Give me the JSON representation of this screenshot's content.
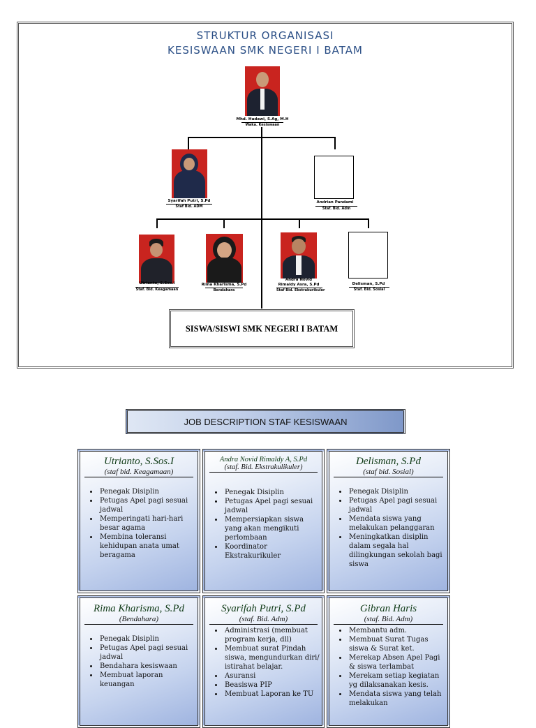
{
  "org": {
    "title_line1": "STRUKTUR ORGANISASI",
    "title_line2": "KESISWAAN SMK NEGERI I BATAM",
    "head": {
      "name": "Mhd. Hudawi, S.Ag, M.H",
      "role": "Waka. Kesiswaan"
    },
    "level2": [
      {
        "name": "Syarifah Putri, S.Pd",
        "role": "Staf Bid. ADM"
      },
      {
        "name": "Andrian Pandami",
        "role": "Staf. Bid. Adm"
      }
    ],
    "level3": [
      {
        "name": "Utrianto, S.Sos.I",
        "role": "Staf. Bid. Keagamaan"
      },
      {
        "name": "Rima Kharisma, S.Pd",
        "role": "Bendahara"
      },
      {
        "name_line1": "Andra Novid",
        "name_line2": "Rimaldy Asra, S.Pd",
        "role": "Staf Bid. Ekstrakurikuler"
      },
      {
        "name": "Delisman, S.Pd",
        "role": "Staf. Bid. Sosial"
      }
    ],
    "students": "SISWA/SISWI SMK NEGERI I BATAM"
  },
  "jobdesc": {
    "title": "JOB DESCRIPTION STAF KESISWAAN",
    "cards": [
      {
        "name": "Utrianto, S.Sos.I",
        "role": "(staf bid. Keagamaan)",
        "items": [
          "Penegak Disiplin",
          "Petugas Apel pagi sesuai jadwal",
          "Memperingati hari-hari besar agama",
          "Membina toleransi kehidupan anata umat beragama"
        ]
      },
      {
        "name": "Andra Novid Rimaldy A, S.Pd",
        "role": "(staf. Bid. Ekstrakulikuler)",
        "items": [
          "Penegak Disiplin",
          "Petugas Apel pagi sesuai jadwal",
          "Mempersiapkan siswa yang akan mengikuti perlombaan",
          "Koordinator Ekstrakurikuler"
        ]
      },
      {
        "name": "Delisman, S.Pd",
        "role": "(staf bid. Sosial)",
        "items": [
          "Penegak Disiplin",
          "Petugas Apel pagi sesuai jadwal",
          "Mendata siswa yang melakukan pelanggaran",
          "Meningkatkan disiplin dalam segala hal dilingkungan sekolah bagi siswa"
        ]
      },
      {
        "name": "Rima Kharisma, S.Pd",
        "role": "(Bendahara)",
        "items": [
          "Penegak Disiplin",
          "Petugas Apel pagi sesuai jadwal",
          "Bendahara kesiswaan",
          "Membuat laporan keuangan"
        ]
      },
      {
        "name": "Syarifah Putri, S.Pd",
        "role": "(staf. Bid. Adm)",
        "items": [
          "Administrasi (membuat program kerja, dll)",
          "Membuat surat Pindah siswa, mengundurkan diri/ istirahat belajar.",
          "Asuransi",
          "Beasiswa PIP",
          "Membuat Laporan ke TU"
        ]
      },
      {
        "name": "Gibran Haris",
        "role": "(staf. Bid. Adm)",
        "items": [
          "Membantu adm.",
          "Membuat Surat Tugas siswa & Surat ket.",
          "Merekap Absen Apel Pagi & siswa terlambat",
          "Merekam setiap kegiatan yg dilaksanakan kesis.",
          "Mendata siswa yang telah melakukan"
        ]
      }
    ]
  }
}
